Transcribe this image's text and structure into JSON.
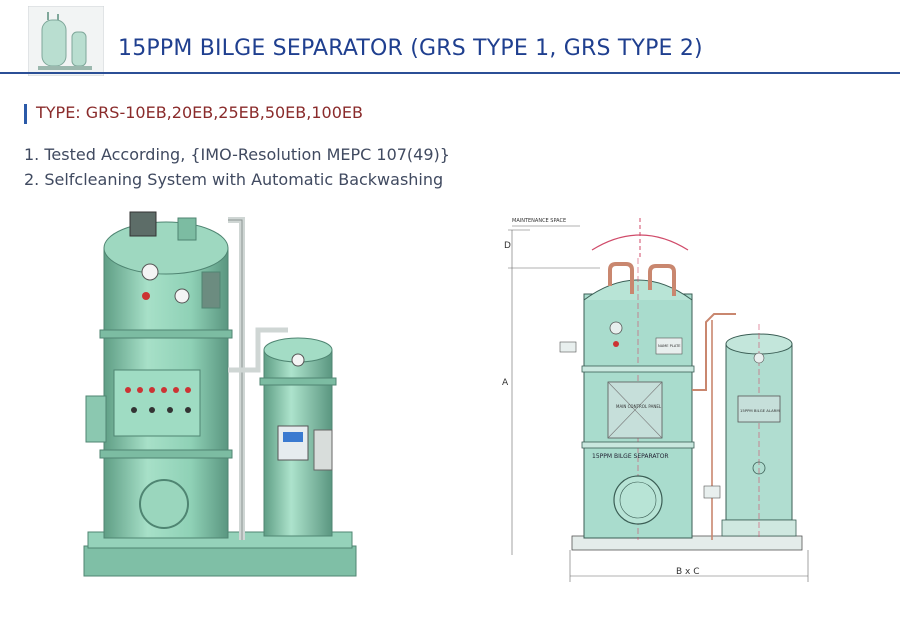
{
  "header": {
    "title": "15PPM BILGE SEPARATOR (GRS TYPE 1, GRS TYPE 2)"
  },
  "type_line": "TYPE: GRS-10EB,20EB,25EB,50EB,100EB",
  "features": [
    "1. Tested According, {IMO-Resolution MEPC 107(49)}",
    "2. Selfcleaning System with Automatic Backwashing"
  ],
  "drawing": {
    "maintenance_label": "MAINTENANCE SPACE",
    "dim_d": "D",
    "dim_a": "A",
    "dim_bxc": "B x C",
    "name_plate": "NAME PLATE",
    "control_panel": "MAIN CONTROL PANEL",
    "main_label": "15PPM BILGE SEPARATOR",
    "alarm_label": "15PPM BILGE ALARM"
  },
  "colors": {
    "title": "#1f3f8f",
    "rule": "#2b4f96",
    "type_text": "#8a2b2b",
    "equipment": "#8fd1b6"
  }
}
